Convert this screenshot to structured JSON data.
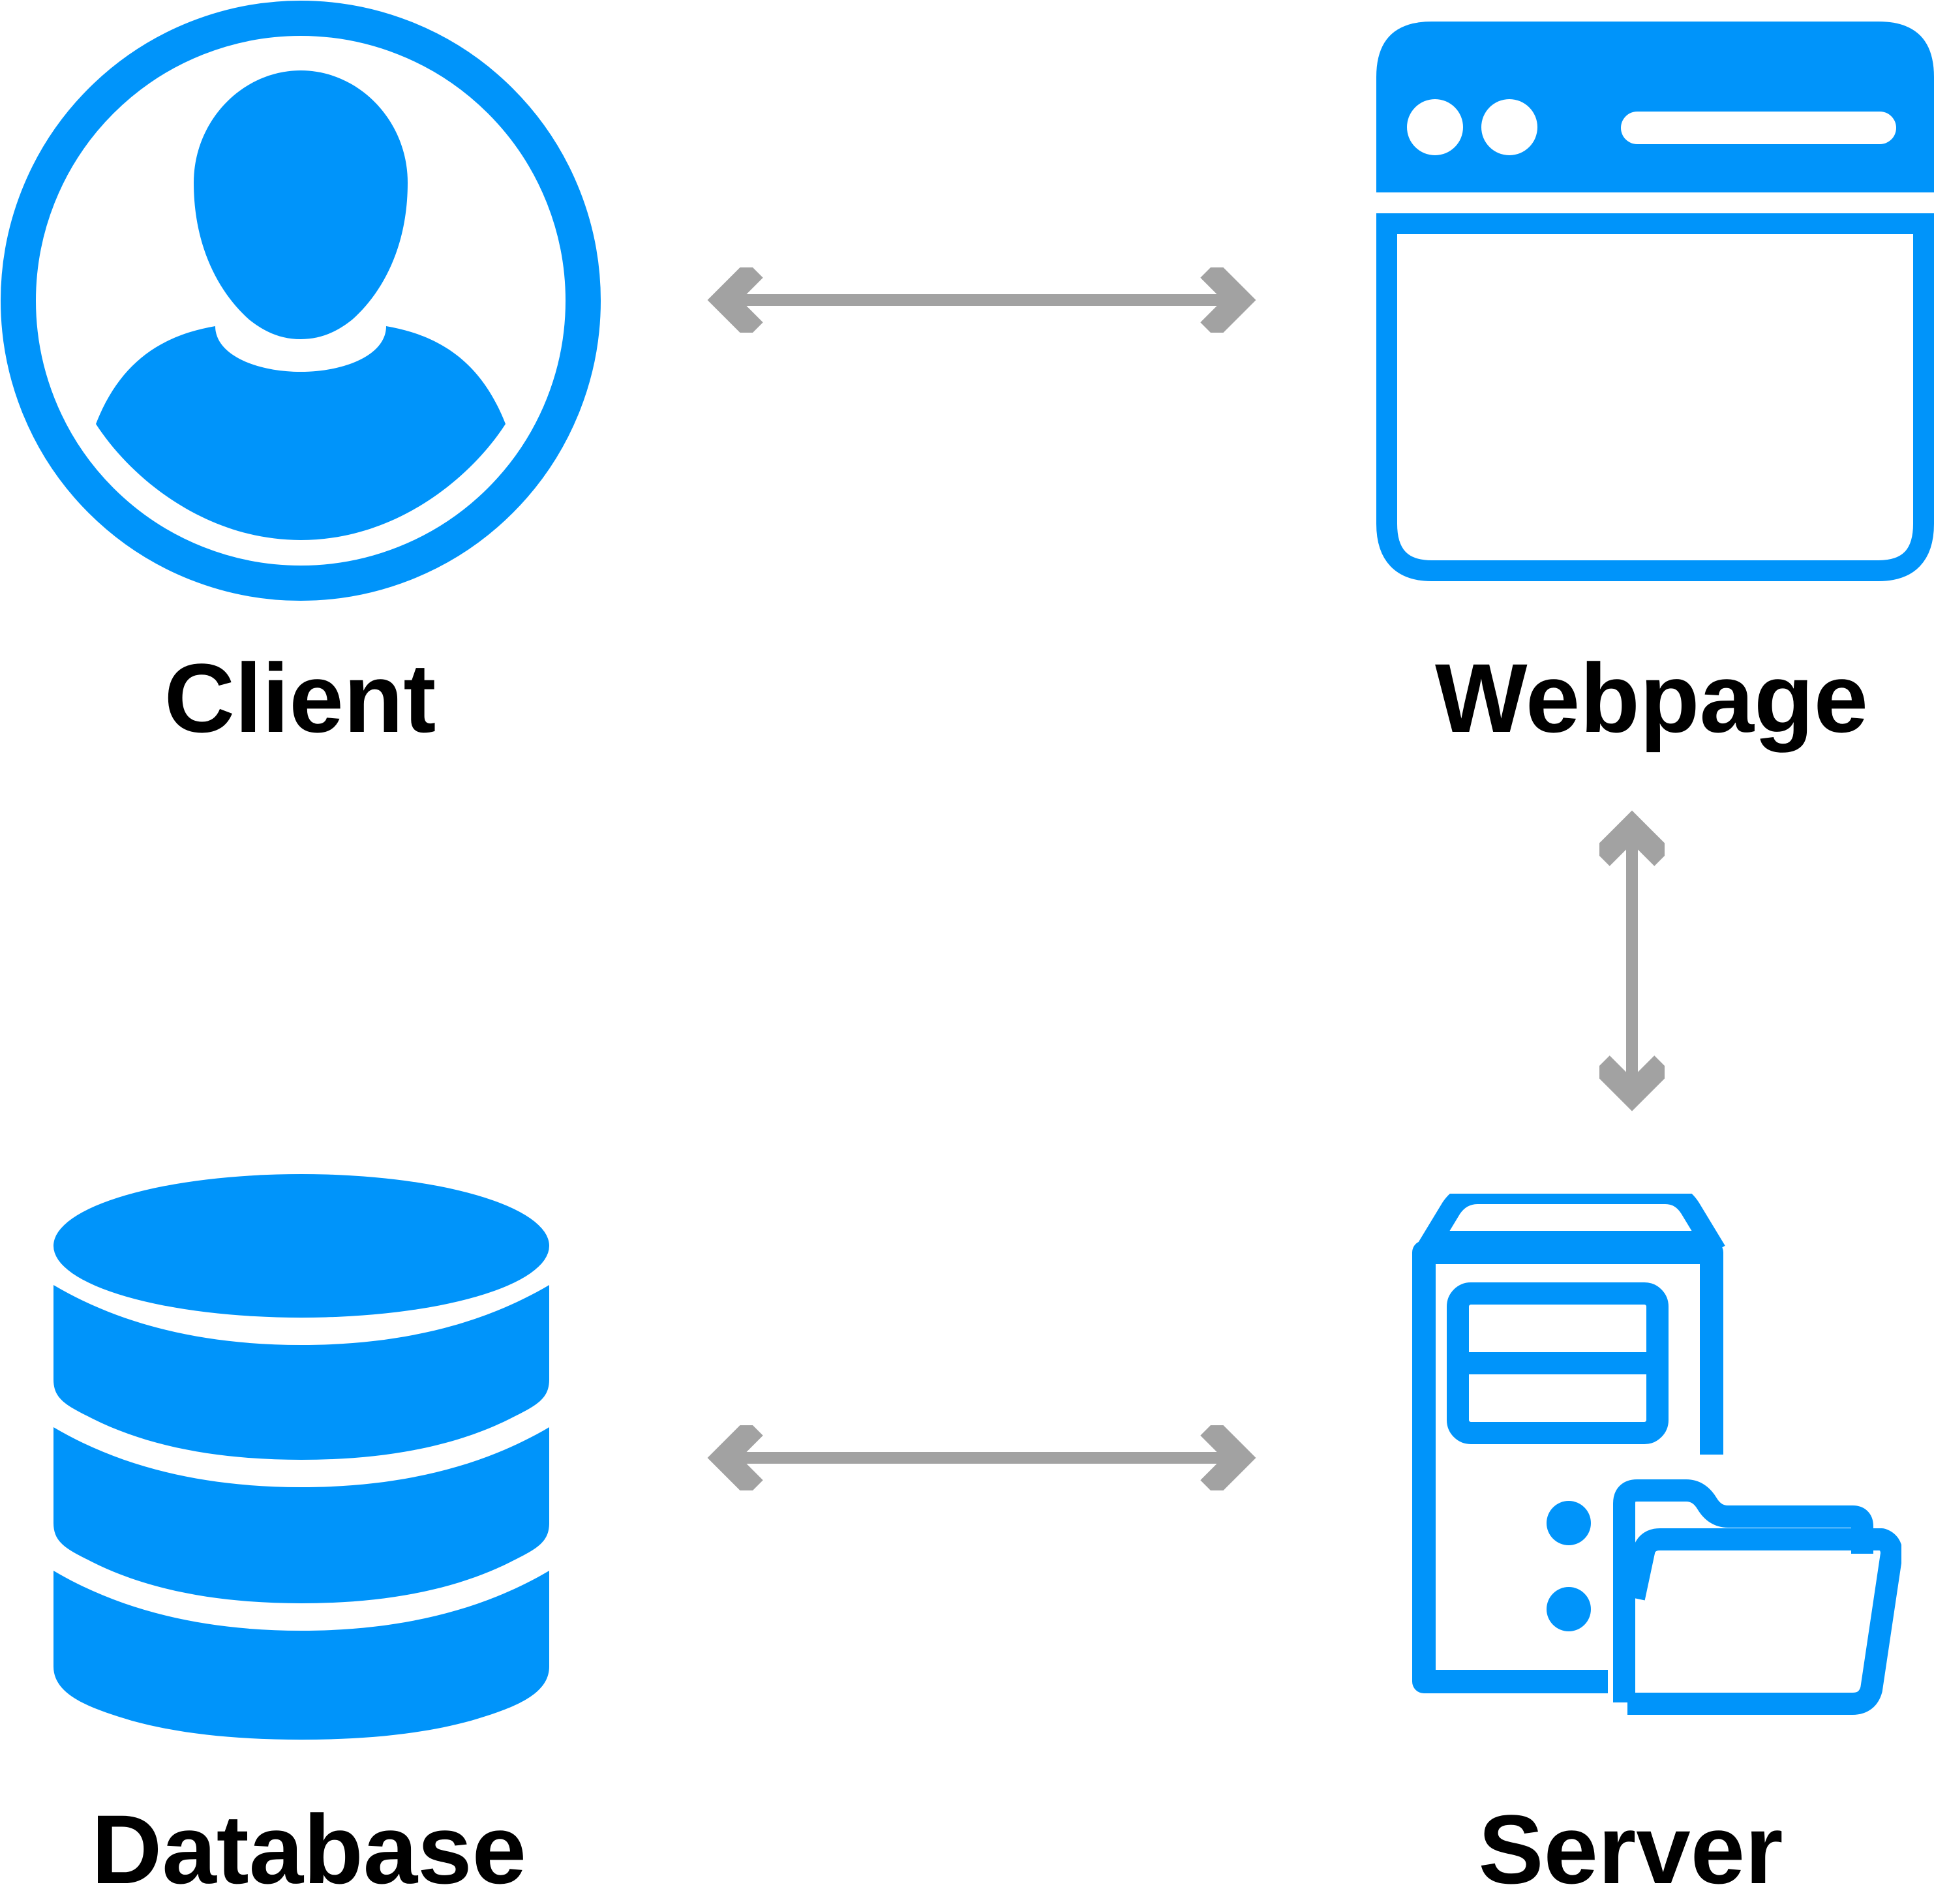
{
  "nodes": {
    "client": {
      "label": "Client"
    },
    "webpage": {
      "label": "Webpage"
    },
    "database": {
      "label": "Database"
    },
    "server": {
      "label": "Server"
    }
  },
  "colors": {
    "icon": "#0094fa",
    "arrow": "#a2a2a2",
    "label": "#000000",
    "background": "#ffffff"
  },
  "edges": [
    {
      "from": "client",
      "to": "webpage",
      "direction": "bidirectional"
    },
    {
      "from": "webpage",
      "to": "server",
      "direction": "bidirectional"
    },
    {
      "from": "database",
      "to": "server",
      "direction": "bidirectional"
    }
  ]
}
